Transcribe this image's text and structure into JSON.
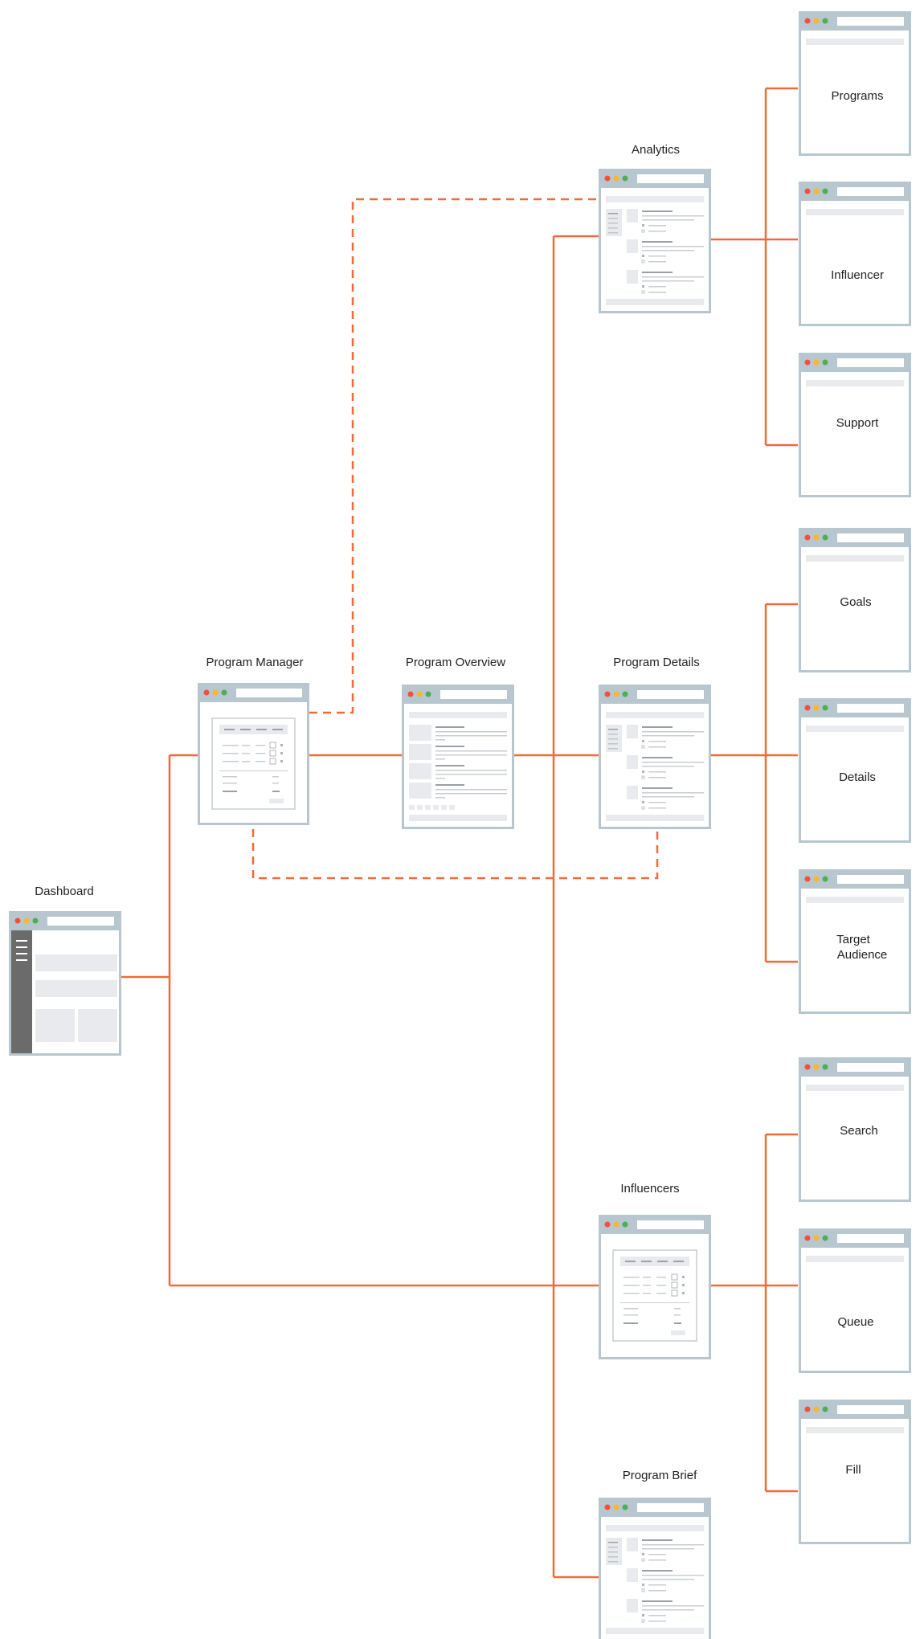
{
  "colors": {
    "connector": "#f26a3a",
    "frame": "#b8c7cf",
    "frame_fill": "#ffffff",
    "chrome": "#b8c7cf",
    "placeholder": "#e8eaed",
    "sidebar_dark": "#6b6b6b",
    "text": "#222222",
    "dot_red": "#f0503c",
    "dot_yellow": "#f7b731",
    "dot_green": "#4caf50"
  },
  "screens": {
    "analytics": {
      "label": "Analytics",
      "layout": "detail-list"
    },
    "program_manager": {
      "label": "Program Manager",
      "layout": "table"
    },
    "program_overview": {
      "label": "Program Overview",
      "layout": "overview-list"
    },
    "program_details": {
      "label": "Program Details",
      "layout": "detail-list"
    },
    "dashboard": {
      "label": "Dashboard",
      "layout": "dashboard"
    },
    "influencers": {
      "label": "Influencers",
      "layout": "table"
    },
    "program_brief": {
      "label": "Program Brief",
      "layout": "detail-list"
    },
    "programs": {
      "label": "Programs",
      "layout": "blank"
    },
    "influencer": {
      "label": "Influencer",
      "layout": "blank"
    },
    "support": {
      "label": "Support",
      "layout": "blank"
    },
    "goals": {
      "label": "Goals",
      "layout": "blank"
    },
    "details": {
      "label": "Details",
      "layout": "blank"
    },
    "target_audience": {
      "label": "Target Audience",
      "label_lines": [
        "Target",
        "Audience"
      ],
      "layout": "blank"
    },
    "search": {
      "label": "Search",
      "layout": "blank"
    },
    "queue": {
      "label": "Queue",
      "layout": "blank"
    },
    "fill": {
      "label": "Fill",
      "layout": "blank"
    }
  },
  "connections": [
    {
      "from": "dashboard",
      "to": "program_manager",
      "style": "solid"
    },
    {
      "from": "dashboard",
      "to": "influencers",
      "style": "solid"
    },
    {
      "from": "program_manager",
      "to": "program_overview",
      "style": "solid"
    },
    {
      "from": "program_overview",
      "to": "program_details",
      "style": "solid"
    },
    {
      "from": "program_overview",
      "to": "analytics",
      "style": "solid"
    },
    {
      "from": "program_overview",
      "to": "program_brief",
      "style": "solid"
    },
    {
      "from": "program_manager",
      "to": "analytics",
      "style": "dashed"
    },
    {
      "from": "program_manager",
      "to": "program_details",
      "style": "dashed"
    },
    {
      "from": "analytics",
      "to": "programs",
      "style": "solid"
    },
    {
      "from": "analytics",
      "to": "influencer",
      "style": "solid"
    },
    {
      "from": "analytics",
      "to": "support",
      "style": "solid"
    },
    {
      "from": "program_details",
      "to": "goals",
      "style": "solid"
    },
    {
      "from": "program_details",
      "to": "details",
      "style": "solid"
    },
    {
      "from": "program_details",
      "to": "target_audience",
      "style": "solid"
    },
    {
      "from": "influencers",
      "to": "search",
      "style": "solid"
    },
    {
      "from": "influencers",
      "to": "queue",
      "style": "solid"
    },
    {
      "from": "influencers",
      "to": "fill",
      "style": "solid"
    }
  ]
}
